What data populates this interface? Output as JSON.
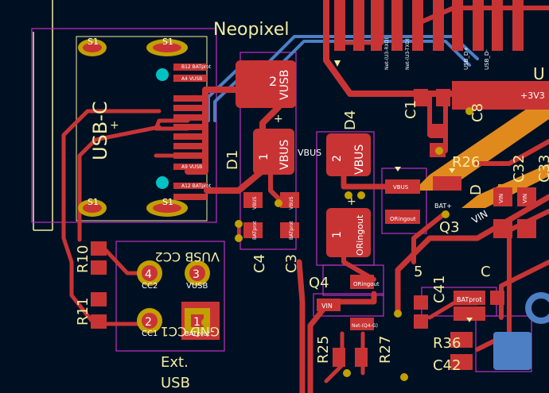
{
  "colors": {
    "background": "#001023",
    "copper_front": "#c83434",
    "copper_back": "#4d7fc4",
    "silkscreen": "#f2eda1",
    "courtyard": "#c22fc2",
    "pad_gold": "#c2a000",
    "power_plane": "#e08a1e",
    "via_cyan": "#00c2c2"
  },
  "silkscreen": {
    "neopixel": "Neopixel",
    "usbc": "USB-C",
    "d1": "D1",
    "d4": "D4",
    "c1": "C1",
    "c8": "C8",
    "r26": "R26",
    "c32": "C32",
    "c33": "C33",
    "c4": "C4",
    "c3": "C3",
    "q3": "Q3",
    "r10": "R10",
    "r11": "R11",
    "q4": "Q4",
    "c41": "C41",
    "c42": "C42",
    "r25": "R25",
    "r27": "R27",
    "r36": "R36",
    "ext": "Ext.",
    "usb": "USB",
    "u_partial": "U",
    "c_partial": "C",
    "num_5": "5",
    "d_partial": "D",
    "header_mirror": "VUSB CC2",
    "header_mirror_bottom": "GND CC1"
  },
  "pads": {
    "s1": "S1",
    "vusb": "VUSB",
    "vbus": "VBUS",
    "a4_vusb": "A4 VUSB",
    "b12_batprot": "B12 BATprot",
    "a9_vusb": "A9 VUSB",
    "a12_batprot": "A12 BATprot",
    "batprot": "BATprot",
    "oringout": "ORingout",
    "vin": "VIN",
    "cc1": "CC1",
    "cc2": "CC2",
    "gnd": "GND",
    "bat_plus": "BAT+",
    "plus3v3": "+3V3",
    "n1": "1",
    "n2": "2",
    "n3": "3",
    "n4": "4",
    "usb_dplus": "USB_D+",
    "usb_dminus": "USB_D-",
    "net_u3_rxd": "Net-(U3-RXD)",
    "net_u3_txd": "Net-(U3-TXD)",
    "net_q4_g": "Net-(Q4-G)"
  }
}
